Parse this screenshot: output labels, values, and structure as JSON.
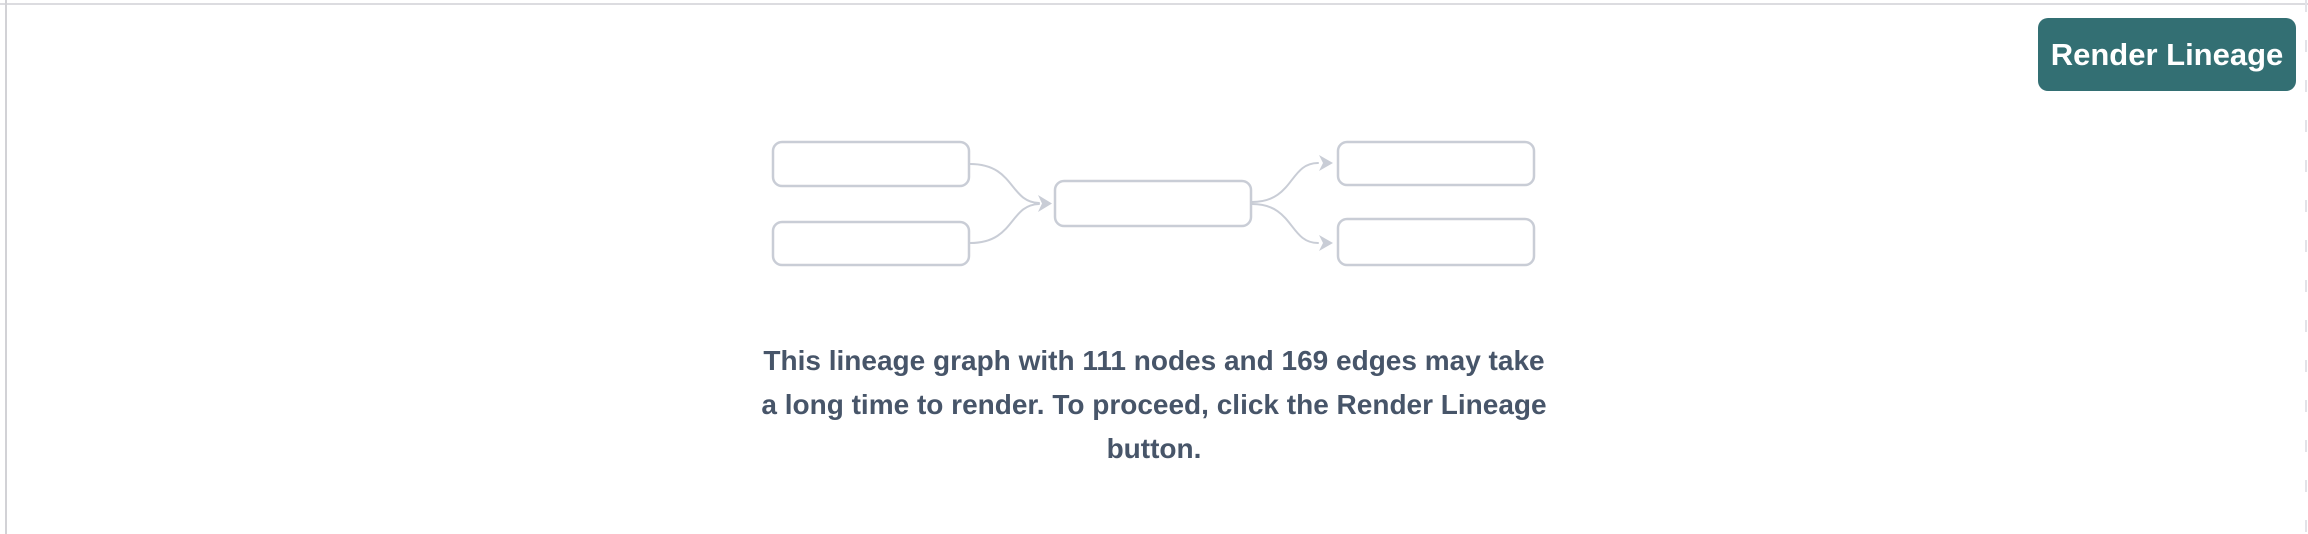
{
  "page": {
    "background_color": "#ffffff",
    "top_border_color": "#dcdce0",
    "left_border_color": "#d2d2d6"
  },
  "toolbar": {
    "render_button": {
      "label": "Render Lineage",
      "background_color": "#336f73",
      "text_color": "#ffffff"
    }
  },
  "placeholder": {
    "graphic_name": "mini-lineage-graph",
    "graphic": {
      "node_count_in_preview": 5,
      "node_fill": "#ffffff",
      "node_border_color": "#c9cdd6",
      "edge_color": "#c9cdd6"
    },
    "warning": {
      "node_count": "111",
      "edge_count": "169",
      "text_color": "#475569",
      "message_lines": [
        "This lineage graph with 111 nodes and 169 edges may take",
        "a long time to render. To proceed, click the Render Lineage",
        "button."
      ],
      "full_message": "This lineage graph with 111 nodes and 169 edges may take a long time to render. To proceed, click the Render Lineage button."
    }
  }
}
